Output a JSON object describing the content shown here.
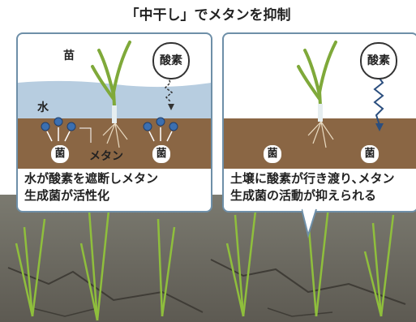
{
  "title": "「中干し」でメタンを抑制",
  "left_panel": {
    "seedling_label": "苗",
    "water_label": "水",
    "oxygen_label": "酸素",
    "bacteria_label": "菌",
    "methane_label": "メタン",
    "caption": "水が酸素を遮断しメタン\n生成菌が活性化"
  },
  "right_panel": {
    "oxygen_label": "酸素",
    "bacteria_label": "菌",
    "caption": "土壌に酸素が行き渡り､メタン\n生成菌の活動が抑えられる"
  },
  "colors": {
    "water": "#b7cde0",
    "soil": "#8a6644",
    "leaf": "#7fa93a",
    "bubble": "#3b6fb0",
    "frame": "#6e8fa8"
  }
}
